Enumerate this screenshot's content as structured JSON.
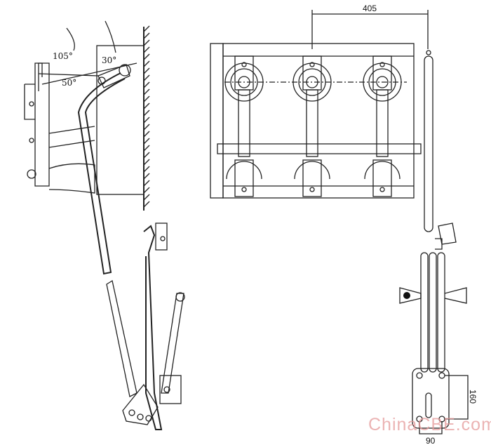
{
  "title": "Load switch operating mechanism installation drawing",
  "angles": {
    "a105": "105°",
    "a50": "50°",
    "a30": "30°"
  },
  "dimensions": {
    "pole_spacing": "405",
    "plate_height": "160",
    "plate_width": "90"
  },
  "watermark": "ChinaCBE.com"
}
